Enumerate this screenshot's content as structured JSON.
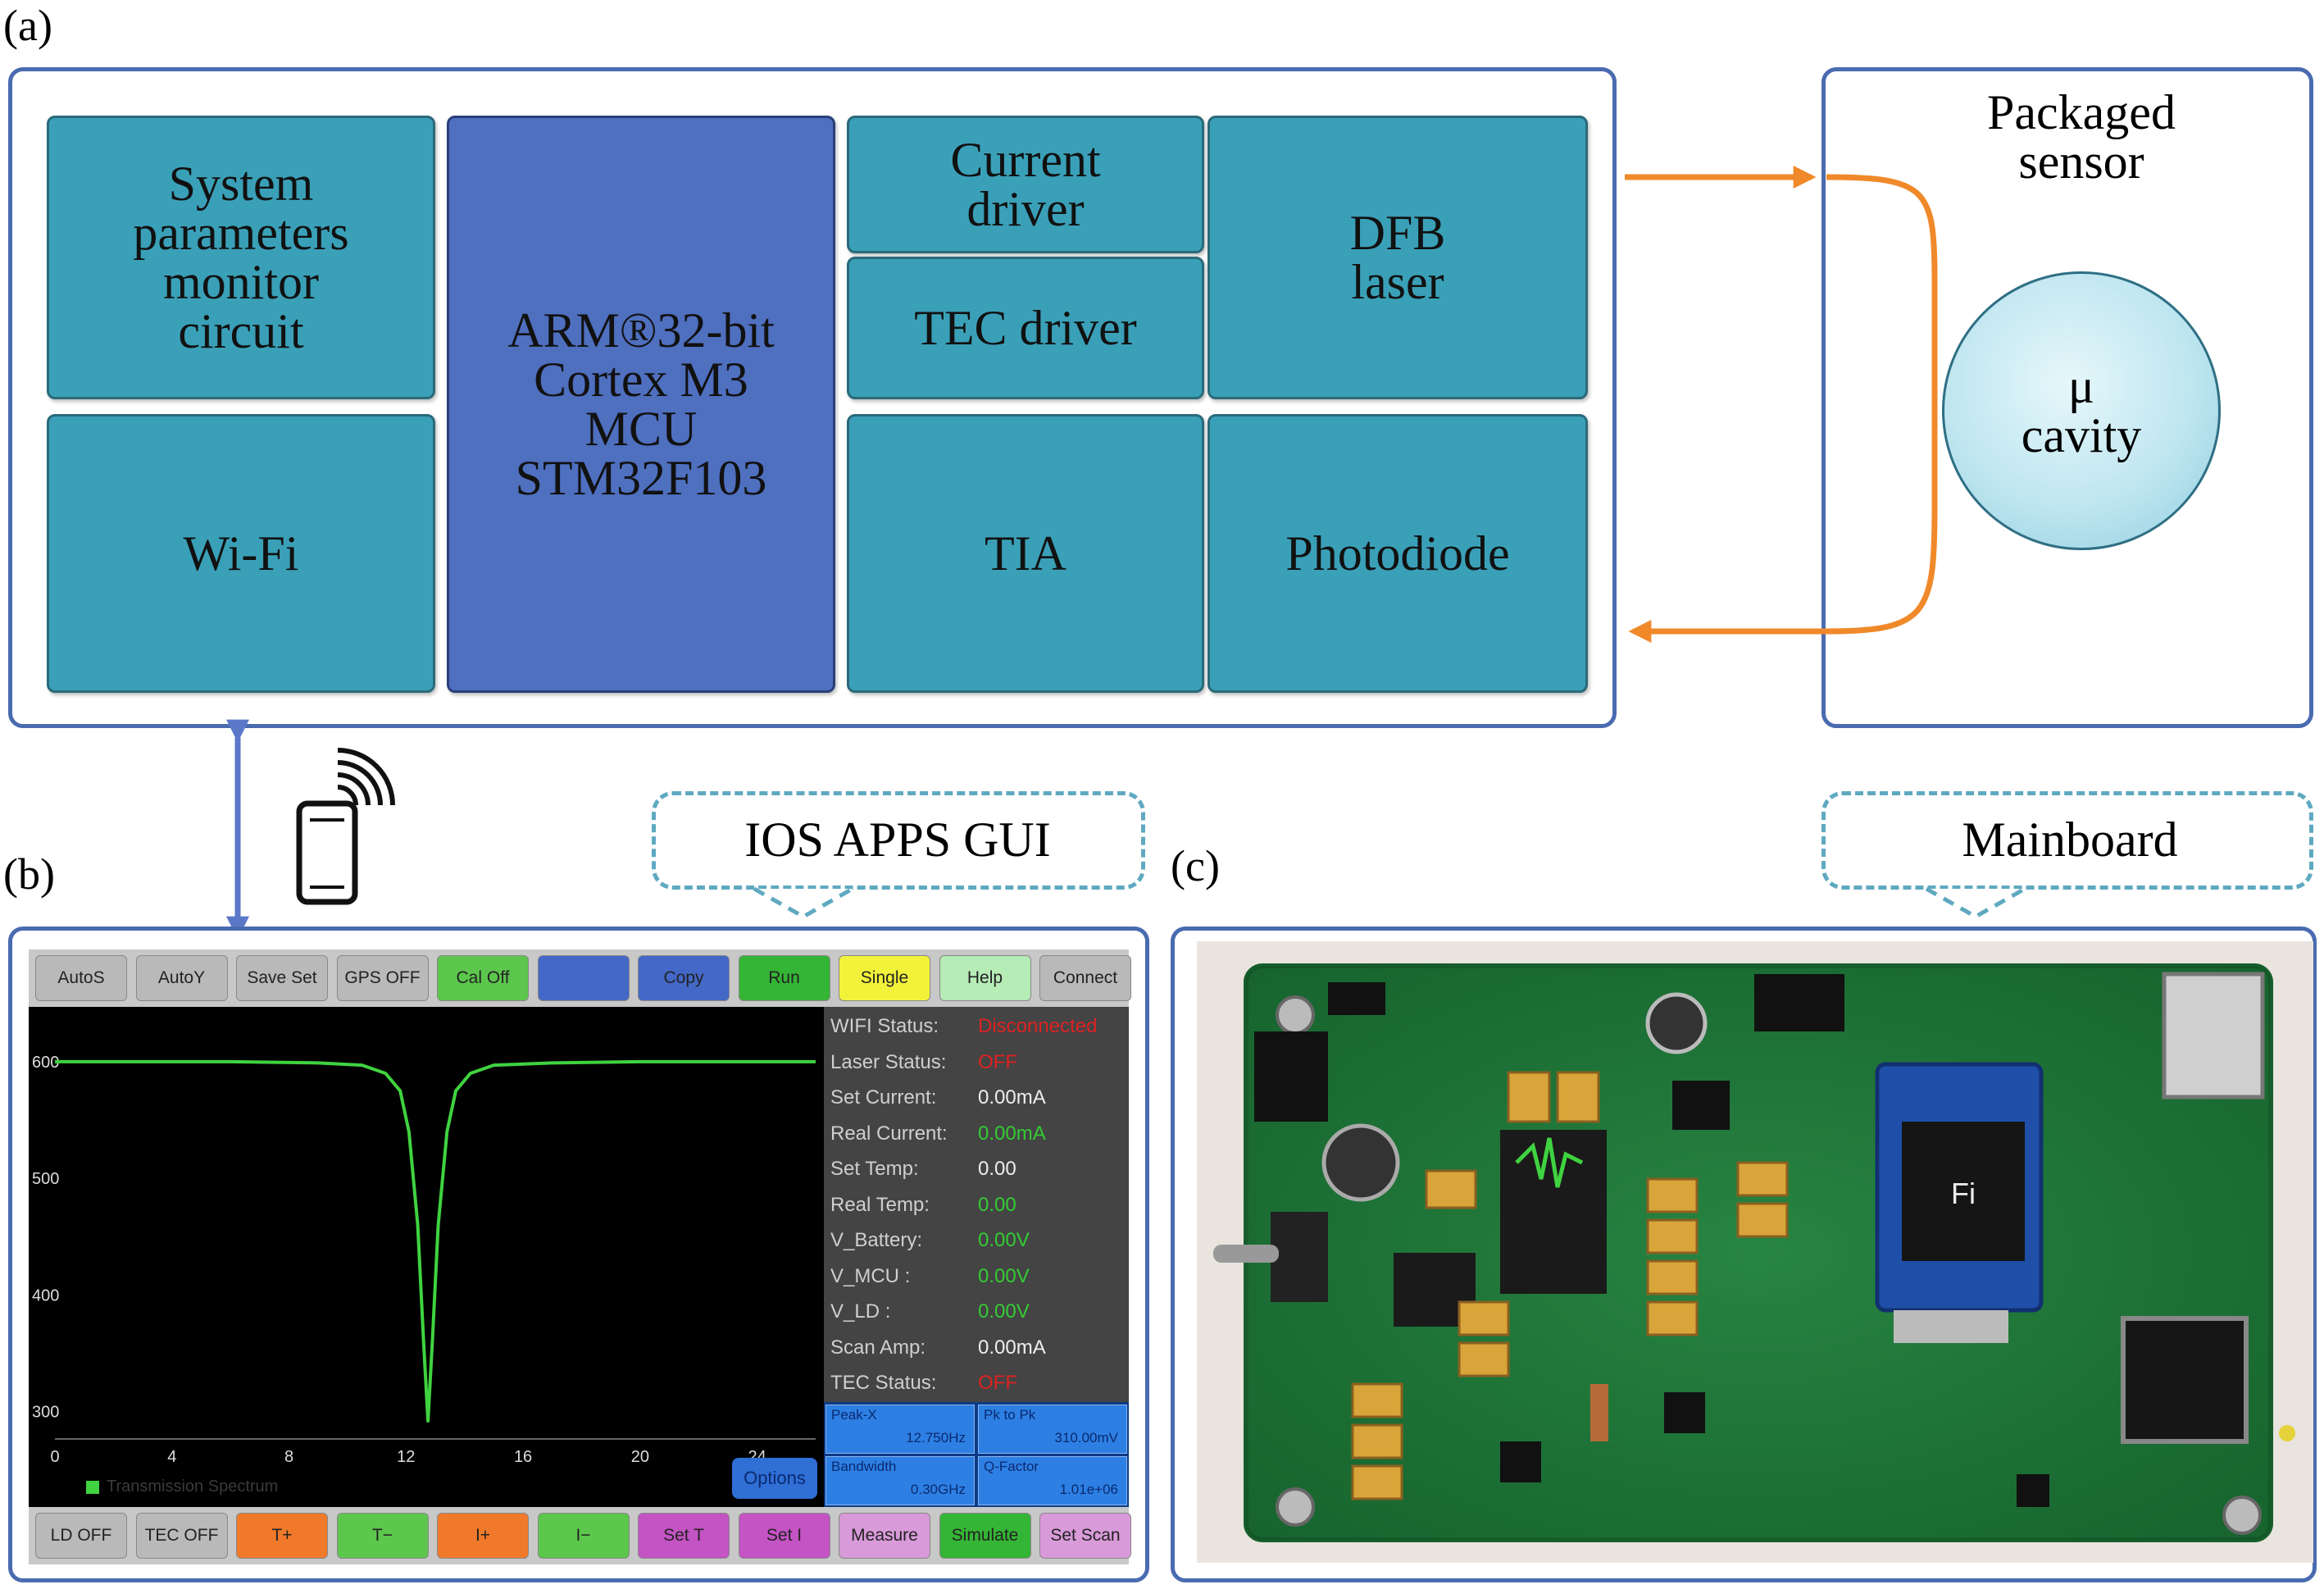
{
  "panels": {
    "a": "(a)",
    "b": "(b)",
    "c": "(c)"
  },
  "blocks": {
    "monitor": "System\nparameters\nmonitor\ncircuit",
    "wifi": "Wi-Fi",
    "mcu": "ARM®32-bit\nCortex M3\nMCU\nSTM32F103",
    "current_driver": "Current\ndriver",
    "tec_driver": "TEC driver",
    "dfb_laser": "DFB\nlaser",
    "tia": "TIA",
    "photodiode": "Photodiode"
  },
  "sensor": {
    "title": "Packaged\nsensor",
    "cavity": "μ\ncavity"
  },
  "callouts": {
    "gui": "IOS APPS GUI",
    "board": "Mainboard"
  },
  "gui": {
    "top_buttons": [
      "AutoS",
      "AutoY",
      "Save Set",
      "GPS OFF",
      "Cal Off",
      "",
      "Copy",
      "Run",
      "Single",
      "Help",
      "Connect"
    ],
    "top_colors": [
      "#b9b9b9",
      "#b9b9b9",
      "#b9b9b9",
      "#b9b9b9",
      "#5cc64d",
      "#4468c8",
      "#4468c8",
      "#35b535",
      "#f2f23a",
      "#b6ecb6",
      "#b9b9b9"
    ],
    "bottom_buttons": [
      "LD OFF",
      "TEC OFF",
      "T+",
      "T−",
      "I+",
      "I−",
      "Set T",
      "Set I",
      "Measure",
      "Simulate",
      "Set Scan"
    ],
    "bottom_colors": [
      "#b9b9b9",
      "#b9b9b9",
      "#f07a2a",
      "#5cc64d",
      "#f07a2a",
      "#5cc64d",
      "#c453c4",
      "#c453c4",
      "#d99ad9",
      "#35b535",
      "#d99ad9"
    ],
    "status": [
      {
        "k": "WIFI Status:",
        "v": "Disconnected",
        "c": "#d22"
      },
      {
        "k": "Laser Status:",
        "v": "OFF",
        "c": "#d22"
      },
      {
        "k": "Set Current:",
        "v": "0.00mA",
        "c": "#eee"
      },
      {
        "k": "Real Current:",
        "v": "0.00mA",
        "c": "#3c3"
      },
      {
        "k": "Set Temp:",
        "v": "0.00",
        "c": "#eee"
      },
      {
        "k": "Real Temp:",
        "v": "0.00",
        "c": "#3c3"
      },
      {
        "k": "V_Battery:",
        "v": "0.00V",
        "c": "#3c3"
      },
      {
        "k": "V_MCU :",
        "v": "0.00V",
        "c": "#3c3"
      },
      {
        "k": "V_LD :",
        "v": "0.00V",
        "c": "#3c3"
      },
      {
        "k": "Scan Amp:",
        "v": "0.00mA",
        "c": "#eee"
      },
      {
        "k": "TEC Status:",
        "v": "OFF",
        "c": "#d22"
      }
    ],
    "metrics": [
      {
        "k": "Peak-X",
        "v": "12.750Hz"
      },
      {
        "k": "Pk to Pk",
        "v": "310.00mV"
      },
      {
        "k": "Bandwidth",
        "v": "0.30GHz"
      },
      {
        "k": "Q-Factor",
        "v": "1.01e+06"
      }
    ],
    "options_label": "Options",
    "legend": "Transmission Spectrum",
    "chart_data": {
      "type": "line",
      "x_ticks": [
        "0",
        "4",
        "8",
        "12",
        "16",
        "20",
        "24"
      ],
      "y_ticks": [
        "600",
        "500",
        "400",
        "300"
      ],
      "xlim": [
        0,
        26
      ],
      "ylim": [
        285,
        640
      ],
      "series": [
        {
          "name": "Transmission Spectrum",
          "x": [
            0,
            6,
            9,
            10.5,
            11.3,
            11.8,
            12.1,
            12.4,
            12.6,
            12.75,
            12.9,
            13.1,
            13.4,
            13.7,
            14.2,
            15,
            17,
            20,
            26
          ],
          "y": [
            600,
            600,
            599,
            597,
            590,
            575,
            540,
            460,
            360,
            292,
            360,
            460,
            540,
            575,
            590,
            597,
            599,
            600,
            600
          ]
        }
      ],
      "color": "#3fd33f"
    }
  }
}
